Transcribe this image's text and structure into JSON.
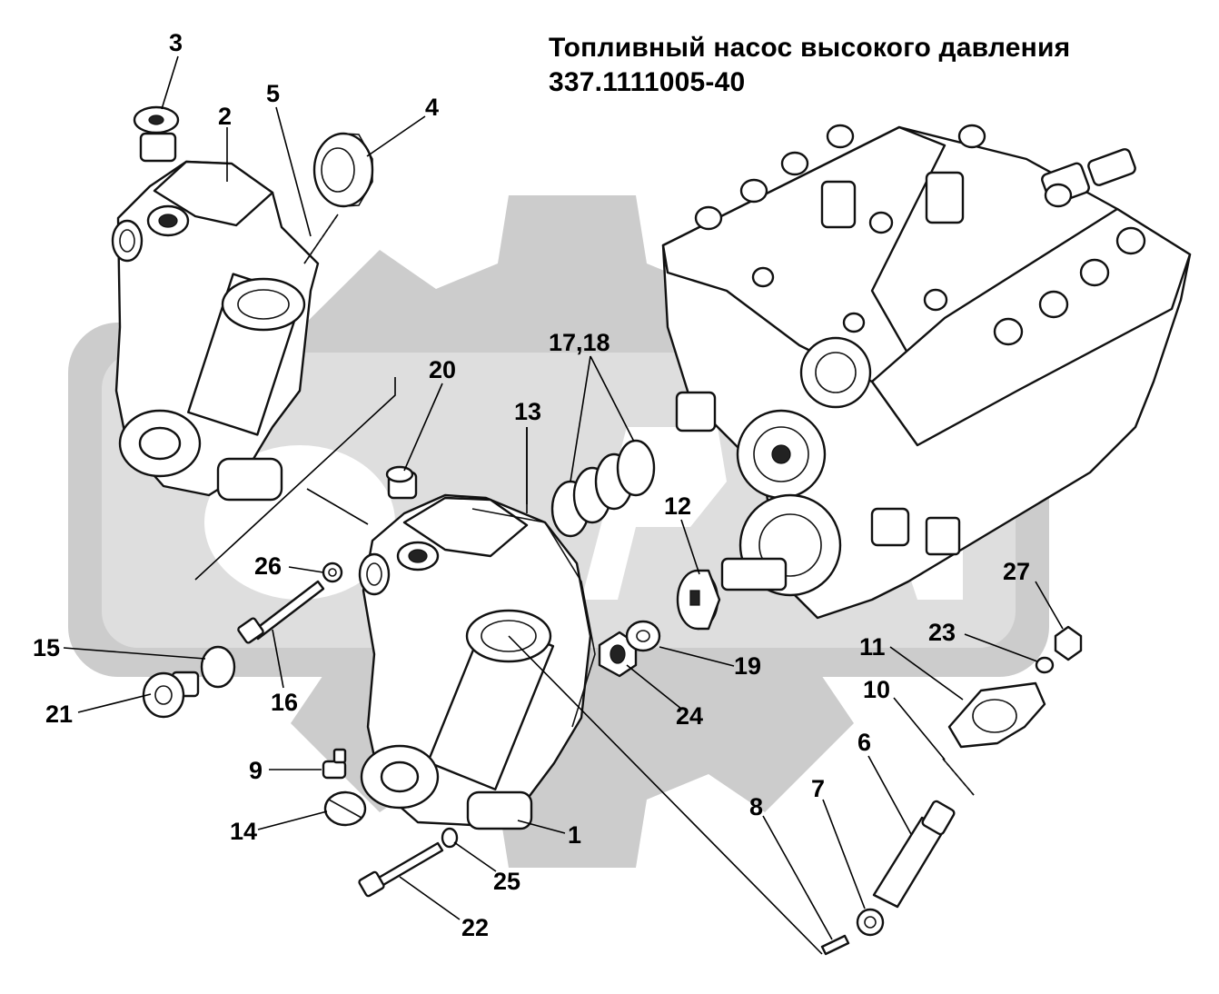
{
  "title": {
    "line1": "Топливный насос высокого давления",
    "line2": "337.1111005-40"
  },
  "colors": {
    "background": "#ffffff",
    "watermark": "#c8c8c8",
    "ink": "#000000"
  },
  "callouts": {
    "c1": "1",
    "c2": "2",
    "c3": "3",
    "c4": "4",
    "c5": "5",
    "c6": "6",
    "c7": "7",
    "c8": "8",
    "c9": "9",
    "c10": "10",
    "c11": "11",
    "c12": "12",
    "c13": "13",
    "c14": "14",
    "c15": "15",
    "c16": "16",
    "c1718": "17,18",
    "c19": "19",
    "c20": "20",
    "c21": "21",
    "c22": "22",
    "c23": "23",
    "c24": "24",
    "c25": "25",
    "c26": "26",
    "c27": "27"
  }
}
